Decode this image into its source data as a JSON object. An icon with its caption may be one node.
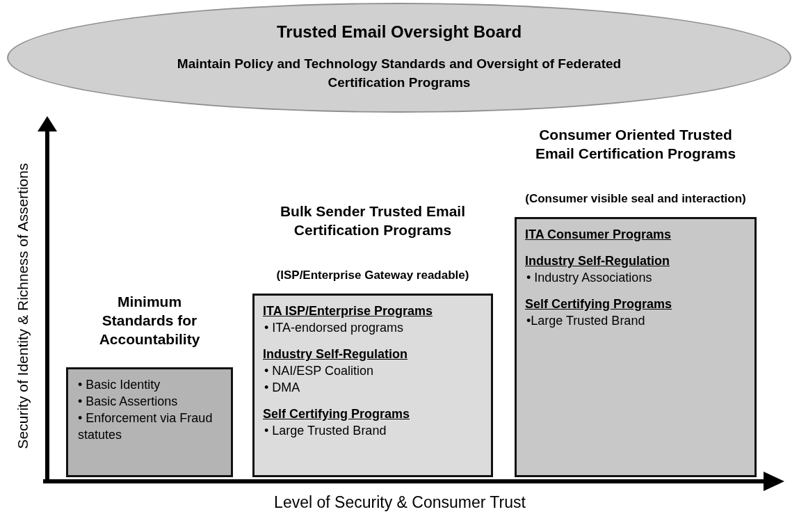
{
  "diagram": {
    "nodes": [
      {
        "text": [
          "Trusted Email Oversight Board",
          "Maintain Policy and Technology Standards and Oversight of Federated Certification Programs"
        ]
      },
      {
        "text": [
          "Minimum Standards for Accountability",
          "• Basic Identity",
          "• Basic Assertions",
          "• Enforcement via Fraud statutes"
        ]
      },
      {
        "text": [
          "Bulk Sender Trusted Email Certification Programs",
          "(ISP/Enterprise Gateway readable)",
          "ITA ISP/Enterprise Programs",
          "• ITA-endorsed programs",
          "Industry Self-Regulation",
          "• NAI/ESP Coalition",
          "• DMA",
          "Self Certifying Programs",
          "• Large Trusted Brand"
        ]
      },
      {
        "text": [
          "Consumer Oriented Trusted Email Certification Programs",
          "(Consumer visible seal and interaction)",
          "ITA Consumer Programs",
          "Industry Self-Regulation",
          "• Industry Associations",
          "Self Certifying Programs",
          "•Large Trusted Brand"
        ]
      }
    ],
    "labels": [
      "Security of Identity & Richness of Assertions",
      "Level of Security & Consumer Trust"
    ]
  }
}
